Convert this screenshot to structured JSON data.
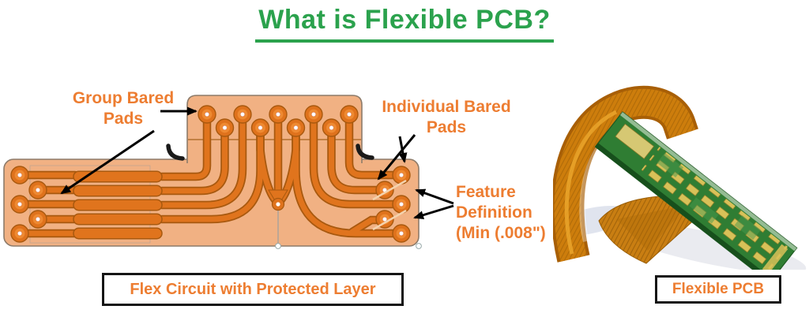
{
  "header": {
    "title": "What is Flexible PCB?"
  },
  "flex_diagram": {
    "labels": {
      "group_bared_pads": "Group Bared\nPads",
      "individual_bared_pads": "Individual Bared\nPads",
      "feature_definition": "Feature\nDefinition\n(Min (.008\")"
    },
    "caption": "Flex Circuit with Protected Layer"
  },
  "photo": {
    "caption": "Flexible PCB"
  },
  "colors": {
    "title_green": "#2BA24D",
    "label_orange": "#ED7D31",
    "flex_base": "#F1B183",
    "copper_trace": "#E0741D",
    "trace_outline": "#A8590F",
    "board_green": "#2F7D33",
    "ribbon_amber": "#C97B0C",
    "pad_gold": "#D8C158"
  }
}
